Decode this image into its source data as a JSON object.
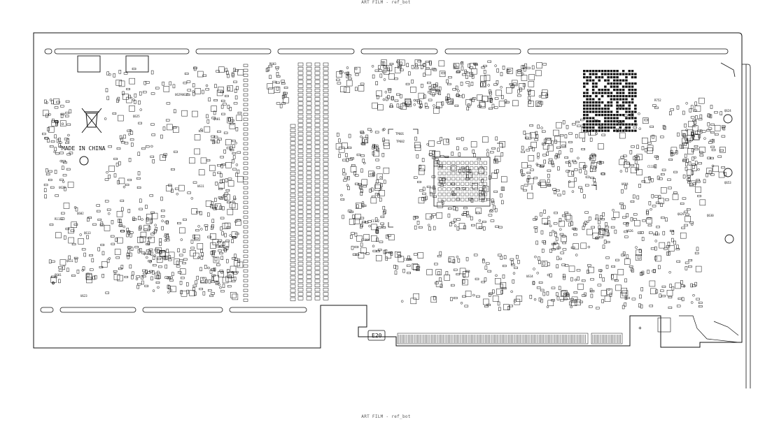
{
  "header_top": "ART FILM - ref_bot",
  "header_bottom": "ART FILM - ref_bot",
  "markings": {
    "made_in": "MADE IN CHINA",
    "edge_label": "E20",
    "plus_mark": "+"
  },
  "refdes": [
    "TP601",
    "TP602",
    "C1132",
    "C1104",
    "C1196",
    "U614",
    "U629",
    "U604",
    "Q625",
    "Q602",
    "Q613",
    "Q611",
    "Q601",
    "U612",
    "U611",
    "Q624",
    "C1134",
    "U626",
    "U623",
    "U613",
    "Q629",
    "Q630",
    "Q653",
    "Q624",
    "Q401",
    "Q404",
    "R603",
    "R752",
    "R1132",
    "U629U627",
    "Q662",
    "Q607"
  ],
  "colors": {
    "ink": "#111111",
    "board_bg": "#ffffff"
  }
}
